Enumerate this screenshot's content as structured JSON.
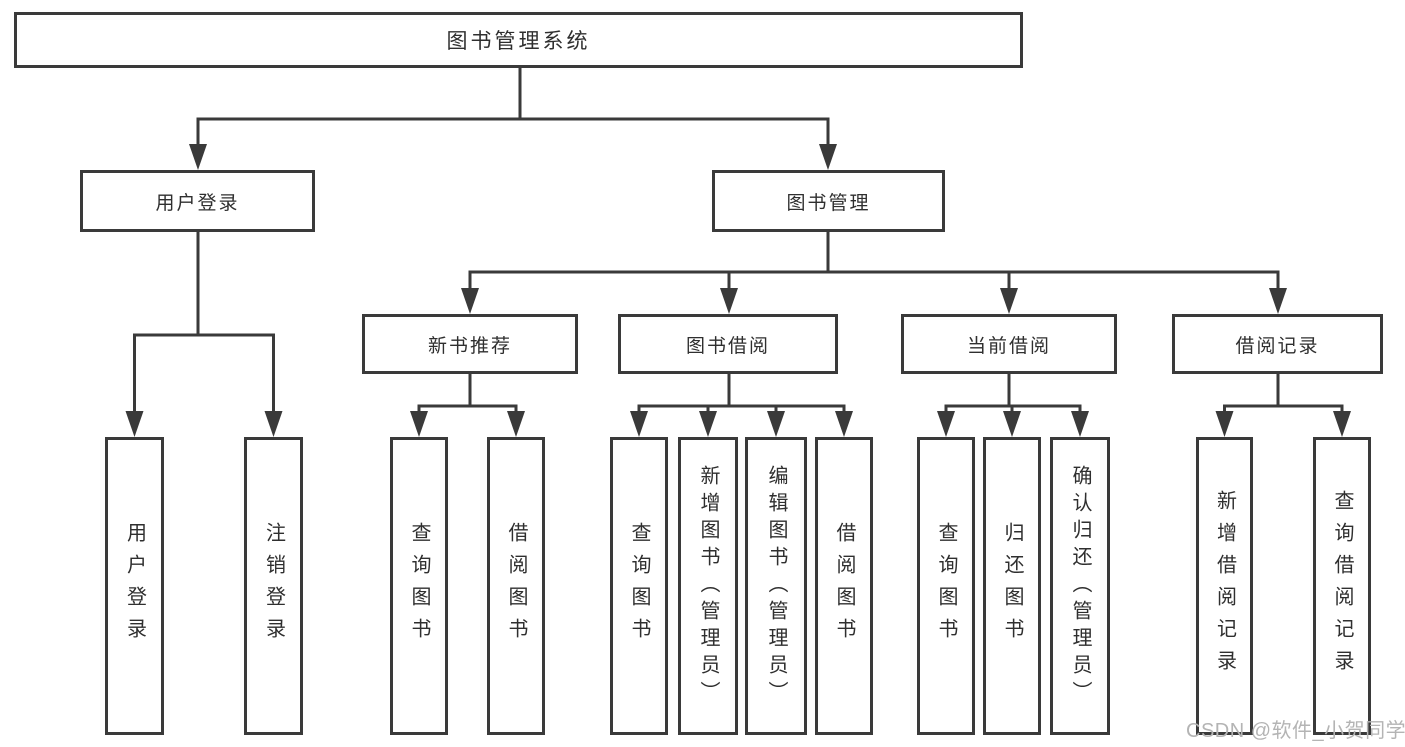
{
  "diagram": {
    "root": {
      "label": "图书管理系统"
    },
    "level2": [
      {
        "label": "用户登录"
      },
      {
        "label": "图书管理"
      }
    ],
    "level3": [
      {
        "label": "新书推荐"
      },
      {
        "label": "图书借阅"
      },
      {
        "label": "当前借阅"
      },
      {
        "label": "借阅记录"
      }
    ],
    "leaves": {
      "login": [
        "用户登录",
        "注销登录"
      ],
      "newbook": [
        "查询图书",
        "借阅图书"
      ],
      "borrow": [
        "查询图书",
        "新增图书（管理员）",
        "编辑图书（管理员）",
        "借阅图书"
      ],
      "current": [
        "查询图书",
        "归还图书",
        "确认归还（管理员）"
      ],
      "records": [
        "新增借阅记录",
        "查询借阅记录"
      ]
    }
  },
  "colors": {
    "line": "#3a3a3a",
    "box_border": "#3a3a3a",
    "text": "#2f2f2f",
    "watermark": "#b4b4b4"
  },
  "watermark": {
    "text": "CSDN @软件_小贺同学"
  }
}
